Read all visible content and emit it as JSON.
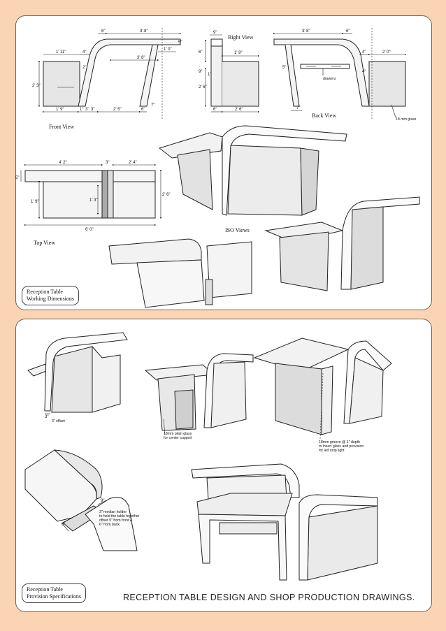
{
  "panel_top": {
    "view_labels": {
      "front": "Front View",
      "right": "Right View",
      "back": "Back View",
      "top": "Top View",
      "iso": "ISO Views"
    },
    "tag_line1": "Reception Table",
    "tag_line2": "Working Dimensions",
    "front_dims": [
      "6\"",
      "3' 8\"",
      "3' 8\"",
      "1' 11\"",
      "4\"",
      "5\"",
      "1' 0\"",
      "2' 3\"",
      "1' 9\"",
      "1\"",
      "3\"",
      "3\"",
      "2' 5\"",
      "6\"",
      "7\"",
      "2\""
    ],
    "right_dims": [
      "9\"",
      "6\"",
      "1' 9\"",
      "9\"",
      "2' 6\"",
      "1\"",
      "6\"",
      "2' 6\""
    ],
    "back_dims": [
      "3' 8\"",
      "6\"",
      "4\"",
      "2' 0\"",
      "5\"",
      "4\"",
      "7\""
    ],
    "back_note": "18 mm glass",
    "back_small_note": "drawers",
    "top_dims": [
      "4' 2\"",
      "3\"",
      "2' 4\"",
      "5\"",
      "1' 9\"",
      "1' 3\"",
      "2' 6\"",
      "6' 0\""
    ]
  },
  "panel_bottom": {
    "tag_line1": "Reception Table",
    "tag_line2": "Provision Specifications",
    "offset_dim": "3\"",
    "offset_note": "3\" offset",
    "glass_note_1": "18mm plain glass",
    "glass_note_2": "for center support",
    "groove_note_1": "18mm groove @ 1\" depth",
    "groove_note_2": "to insert glass and provision",
    "groove_note_3": "for led strip light",
    "holder_dim_a": "6\"",
    "holder_dim_b": "9\"",
    "holder_note_1": "3\" median holder",
    "holder_note_2": "to hold the table together",
    "holder_note_3": "offset 9\" from front &",
    "holder_note_4": "6\" from back."
  },
  "footer_title": "RECEPTION TABLE DESIGN AND SHOP PRODUCTION DRAWINGS."
}
